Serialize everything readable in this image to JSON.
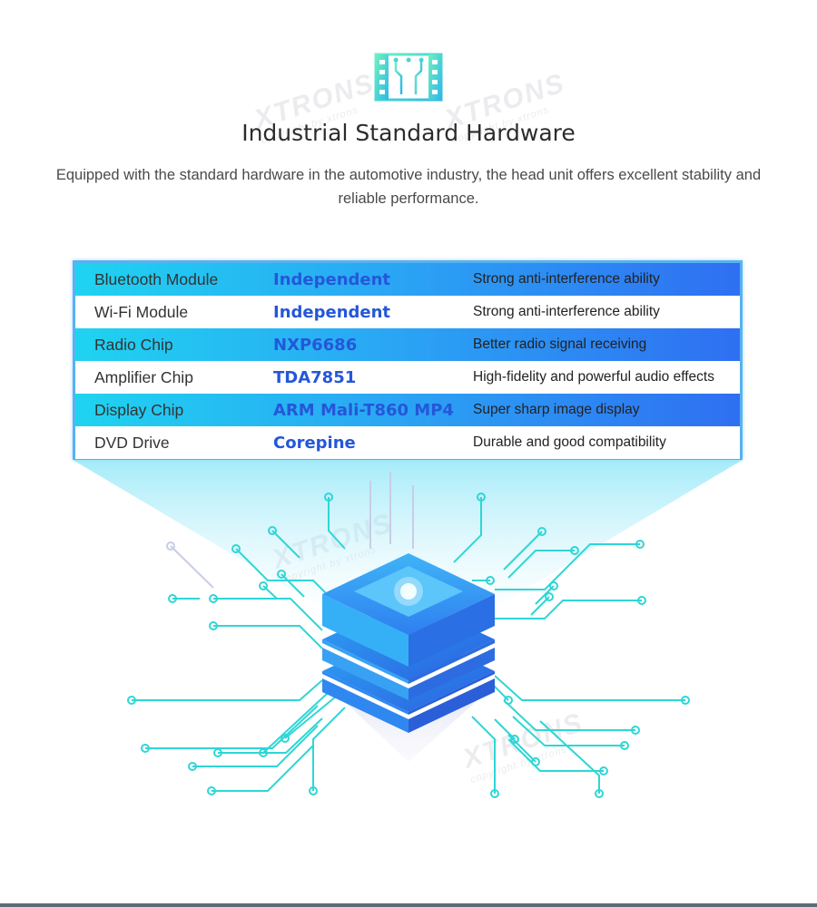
{
  "header": {
    "icon": "circuit-board-icon",
    "title": "Industrial Standard Hardware",
    "subtitle": "Equipped with the standard hardware in the automotive industry, the head unit offers excellent stability and reliable performance."
  },
  "watermark": {
    "brand": "XTRONS",
    "tagline": "copyright by xtrons"
  },
  "table": {
    "rows": [
      {
        "component": "Bluetooth Module",
        "value": "Independent",
        "benefit": "Strong anti-interference ability"
      },
      {
        "component": "Wi-Fi Module",
        "value": "Independent",
        "benefit": "Strong anti-interference ability"
      },
      {
        "component": "Radio Chip",
        "value": "NXP6686",
        "benefit": "Better radio signal receiving"
      },
      {
        "component": "Amplifier Chip",
        "value": "TDA7851",
        "benefit": "High-fidelity and powerful audio effects"
      },
      {
        "component": "Display Chip",
        "value": "ARM Mali-T860 MP4",
        "benefit": "Super sharp image display"
      },
      {
        "component": "DVD Drive",
        "value": "Corepine",
        "benefit": "Durable and good compatibility"
      }
    ]
  },
  "colors": {
    "accent_blue": "#2457d8",
    "row_gradient_start": "#1fd3f0",
    "row_gradient_end": "#2f6ff2",
    "circuit_cyan": "#2fd6d6"
  }
}
